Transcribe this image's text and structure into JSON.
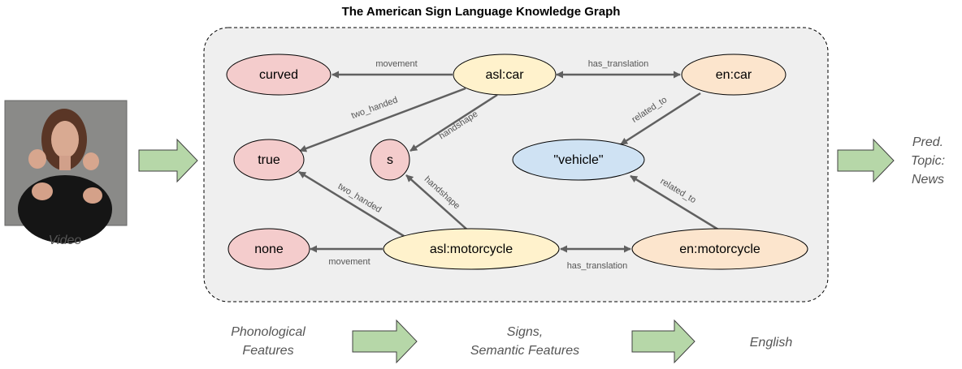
{
  "title": "The American Sign Language Knowledge Graph",
  "video": {
    "label": "Video"
  },
  "nodes": {
    "curved": "curved",
    "true": "true",
    "s": "s",
    "none": "none",
    "asl_car": "asl:car",
    "asl_motorcycle": "asl:motorcycle",
    "en_car": "en:car",
    "en_motorcycle": "en:motorcycle",
    "vehicle": "\"vehicle\""
  },
  "edges": {
    "movement_car": "movement",
    "has_translation_car": "has_translation",
    "two_handed_car": "two_handed",
    "handshape_car": "handshape",
    "related_to_car": "related_to",
    "two_handed_moto": "two_handed",
    "handshape_moto": "handshape",
    "related_to_moto": "related_to",
    "movement_moto": "movement",
    "has_translation_moto": "has_translation"
  },
  "prediction": {
    "line1": "Pred.",
    "line2": "Topic:",
    "line3": "News"
  },
  "pipeline": {
    "phonological_line1": "Phonological",
    "phonological_line2": "Features",
    "signs_line1": "Signs,",
    "signs_line2": "Semantic Features",
    "english": "English"
  },
  "colors": {
    "phonological_fill": "#f4cccc",
    "asl_fill": "#fff2cc",
    "english_fill": "#fce5cd",
    "concept_fill": "#cfe2f3",
    "arrow_fill": "#b6d7a8",
    "box_fill": "#efefef"
  }
}
